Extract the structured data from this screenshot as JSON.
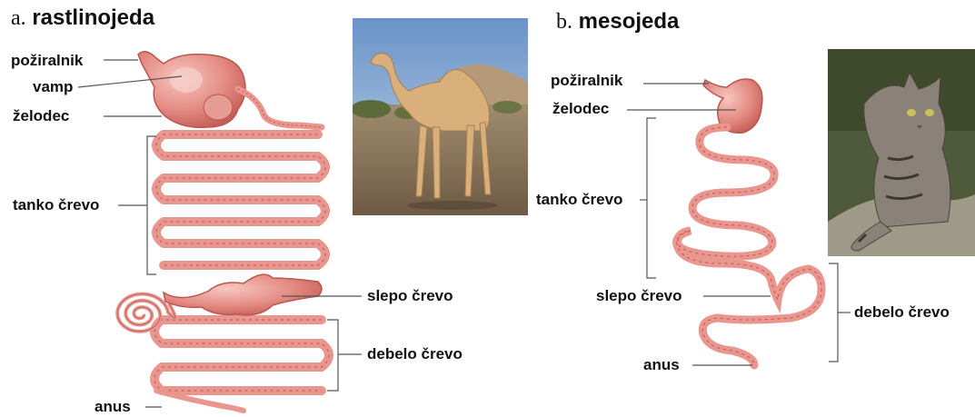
{
  "herbivore": {
    "title_letter": "a.",
    "title_word": "rastlinojeda",
    "labels": {
      "esophagus": "požiralnik",
      "rumen": "vamp",
      "stomach": "želodec",
      "small_intestine": "tanko črevo",
      "cecum": "slepo črevo",
      "large_intestine": "debelo črevo",
      "anus": "anus"
    },
    "photo_icon": "camel-photo"
  },
  "carnivore": {
    "title_letter": "b.",
    "title_word": "mesojeda",
    "labels": {
      "esophagus": "požiralnik",
      "stomach": "želodec",
      "small_intestine": "tanko črevo",
      "cecum": "slepo črevo",
      "large_intestine": "debelo črevo",
      "anus": "anus"
    },
    "photo_icon": "wildcat-photo"
  },
  "colors": {
    "gut_fill": "#e9968f",
    "gut_edge": "#b9574f",
    "gut_highlight": "#f7d2cc",
    "leader_line": "#555555"
  }
}
